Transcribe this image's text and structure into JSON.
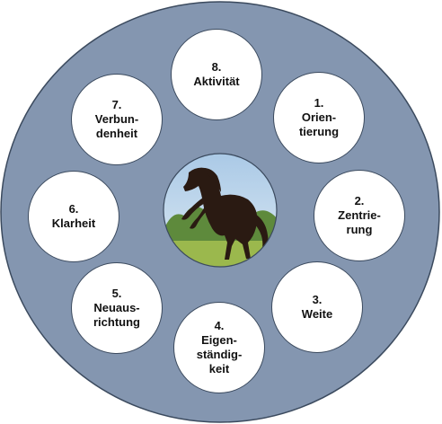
{
  "colors": {
    "outer_fill": "#8496b0",
    "outer_stroke": "#3b4a5e",
    "node_fill": "#ffffff",
    "node_stroke": "#3b4a5e",
    "sky": "#c9dff0",
    "trees": "#5e8a3c",
    "grass": "#9bb84d",
    "horse": "#2a1a12"
  },
  "center": {
    "image": "black horse rearing on grass meadow"
  },
  "nodes": [
    {
      "id": "node-1",
      "text": "1.\nOrien-\ntierung"
    },
    {
      "id": "node-2",
      "text": "2.\nZentrie-\nrung"
    },
    {
      "id": "node-3",
      "text": "3.\nWeite"
    },
    {
      "id": "node-4",
      "text": "4.\nEigen-\nständig-\nkeit"
    },
    {
      "id": "node-5",
      "text": "5.\nNeuaus-\nrichtung"
    },
    {
      "id": "node-6",
      "text": "6.\nKlarheit"
    },
    {
      "id": "node-7",
      "text": "7.\nVerbun-\ndenheit"
    },
    {
      "id": "node-8",
      "text": "8.\nAktivität"
    }
  ]
}
